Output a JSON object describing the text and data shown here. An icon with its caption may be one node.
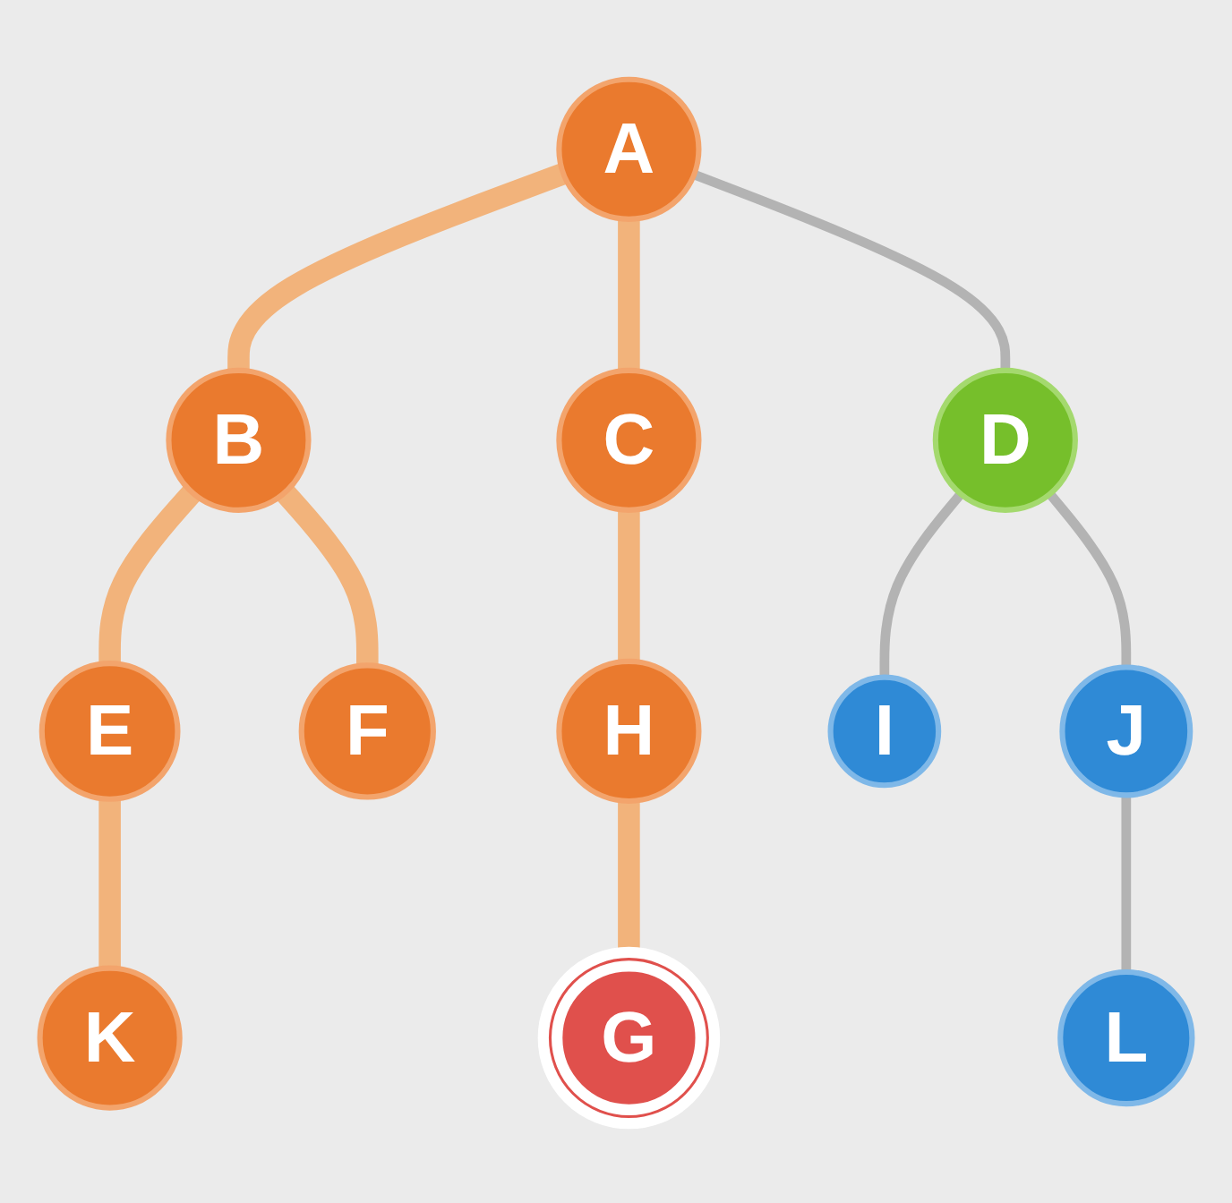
{
  "diagram": {
    "nodes": [
      {
        "text": [
          "A"
        ]
      },
      {
        "text": [
          "B"
        ]
      },
      {
        "text": [
          "C"
        ]
      },
      {
        "text": [
          "D"
        ]
      },
      {
        "text": [
          "E"
        ]
      },
      {
        "text": [
          "F"
        ]
      },
      {
        "text": [
          "H"
        ]
      },
      {
        "text": [
          "I"
        ]
      },
      {
        "text": [
          "J"
        ]
      },
      {
        "text": [
          "K"
        ]
      },
      {
        "text": [
          "G"
        ]
      },
      {
        "text": [
          "L"
        ]
      }
    ],
    "edges": [
      {
        "from": 0,
        "to": 1,
        "arrow": "none"
      },
      {
        "from": 0,
        "to": 2,
        "arrow": "none"
      },
      {
        "from": 0,
        "to": 3,
        "arrow": "none",
        "color": "#b3b3b3"
      },
      {
        "from": 1,
        "to": 4,
        "arrow": "none"
      },
      {
        "from": 1,
        "to": 5,
        "arrow": "none"
      },
      {
        "from": 2,
        "to": 6,
        "arrow": "none"
      },
      {
        "from": 3,
        "to": 7,
        "arrow": "none",
        "color": "#b3b3b3"
      },
      {
        "from": 3,
        "to": 8,
        "arrow": "none",
        "color": "#b3b3b3"
      },
      {
        "from": 4,
        "to": 9,
        "arrow": "none"
      },
      {
        "from": 6,
        "to": 10,
        "arrow": "none"
      },
      {
        "from": 8,
        "to": 11,
        "arrow": "none",
        "color": "#b3b3b3"
      }
    ]
  }
}
